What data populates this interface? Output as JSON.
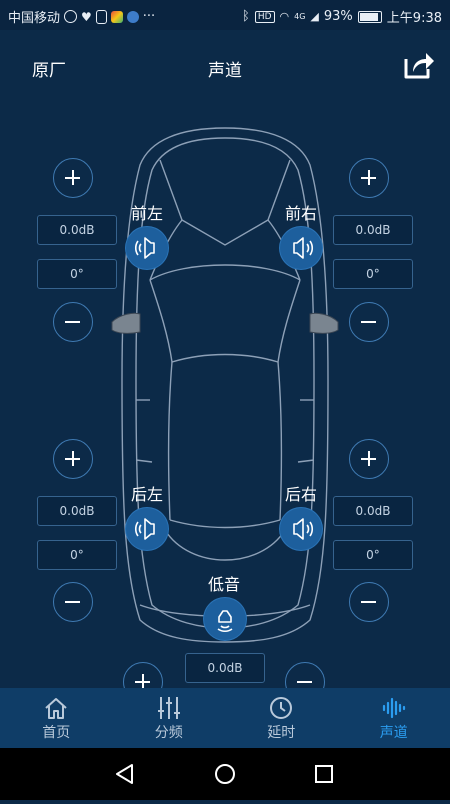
{
  "status_bar": {
    "carrier": "中国移动",
    "battery": "93%",
    "time": "上午9:38",
    "network_badge": "HD",
    "network_type": "4G",
    "more": "···"
  },
  "header": {
    "left_label": "原厂",
    "title": "声道"
  },
  "channels": {
    "front_left": {
      "label": "前左",
      "gain": "0.0dB",
      "phase": "0°"
    },
    "front_right": {
      "label": "前右",
      "gain": "0.0dB",
      "phase": "0°"
    },
    "rear_left": {
      "label": "后左",
      "gain": "0.0dB",
      "phase": "0°"
    },
    "rear_right": {
      "label": "后右",
      "gain": "0.0dB",
      "phase": "0°"
    },
    "subwoofer": {
      "label": "低音",
      "gain": "0.0dB"
    }
  },
  "nav": {
    "items": [
      {
        "label": "首页",
        "icon": "home-icon"
      },
      {
        "label": "分频",
        "icon": "equalizer-icon"
      },
      {
        "label": "延时",
        "icon": "clock-icon"
      },
      {
        "label": "声道",
        "icon": "sound-wave-icon"
      }
    ],
    "active_index": 3
  },
  "colors": {
    "background": "#0c2a48",
    "accent": "#2b9df0",
    "nav_bar": "#0f3d67",
    "speaker": "#1d5f9d"
  }
}
